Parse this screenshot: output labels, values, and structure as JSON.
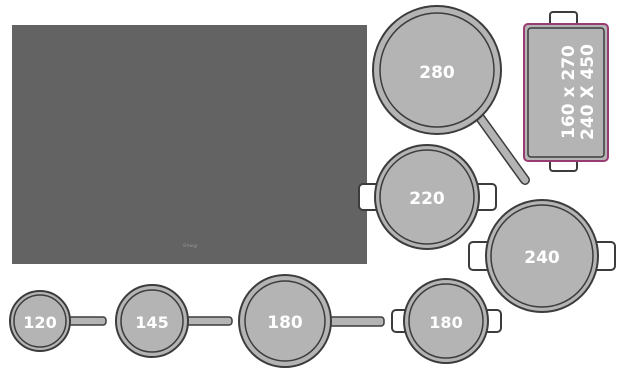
{
  "cooktop": {
    "logo": "Smeg",
    "color": "#636363"
  },
  "cookware": [
    {
      "id": "frying-pan-280",
      "type": "frying-pan",
      "label": "280"
    },
    {
      "id": "rect-pan",
      "type": "rectangular-pan",
      "label_line1": "160 x 270",
      "label_line2": "240 X 450"
    },
    {
      "id": "pot-220",
      "type": "pot",
      "label": "220"
    },
    {
      "id": "pot-240",
      "type": "pot",
      "label": "240"
    },
    {
      "id": "frying-pan-120",
      "type": "frying-pan",
      "label": "120"
    },
    {
      "id": "frying-pan-145",
      "type": "frying-pan",
      "label": "145"
    },
    {
      "id": "frying-pan-180",
      "type": "frying-pan",
      "label": "180"
    },
    {
      "id": "pot-180",
      "type": "pot",
      "label": "180"
    }
  ],
  "colors": {
    "cookware_fill": "#b4b4b4",
    "cookware_stroke": "#3c3c3c",
    "rect_pan_border": "#9a3c74",
    "label": "#ffffff"
  }
}
